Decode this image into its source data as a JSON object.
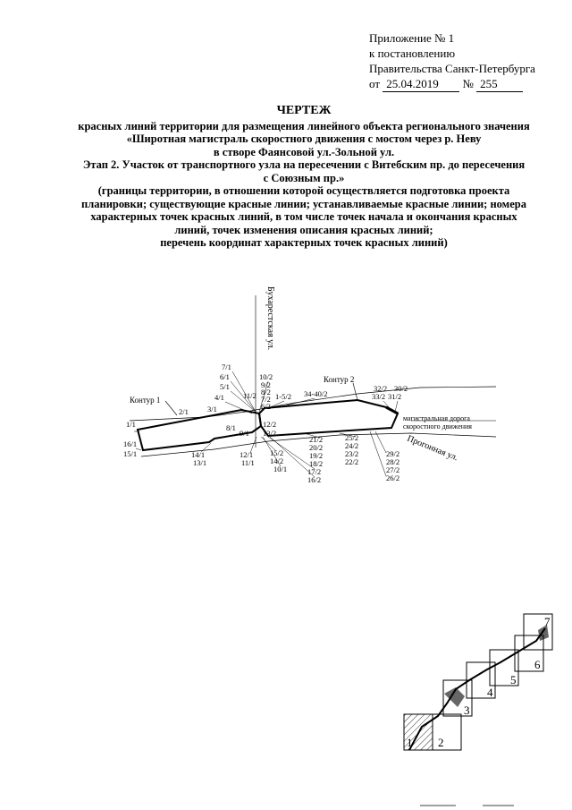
{
  "appendix": {
    "line1": "Приложение № 1",
    "line2": "к постановлению",
    "line3": "Правительства Санкт-Петербурга",
    "date_prefix": "от",
    "date": "25.04.2019",
    "number_prefix": "№",
    "number": "255"
  },
  "title": {
    "main": "ЧЕРТЕЖ",
    "line1": "красных линий территории для размещения линейного объекта регионального значения",
    "line2": "«Широтная магистраль скоростного движения с мостом через р. Неву",
    "line3": "в створе Фаянсовой ул.-Зольной ул.",
    "line4": "Этап 2. Участок от транспортного узла на пересечении с Витебским пр. до пересечения",
    "line5": "с Союзным пр.»",
    "line6": "(границы территории, в отношении которой осуществляется подготовка проекта",
    "line7": "планировки; существующие красные линии; устанавливаемые красные линии; номера",
    "line8": "характерных точек красных линий, в том числе точек начала и окончания красных",
    "line9": "линий, точек изменения описания красных линий;",
    "line10": "перечень координат характерных точек красных линий)"
  },
  "drawing": {
    "street_bukharestskaya": "Бухарестская ул.",
    "street_progonnaya": "Прогонная ул.",
    "road_label_line1": "магистральная дорога",
    "road_label_line2": "скоростного движения",
    "contour1": "Контур 1",
    "contour2": "Контур 2",
    "points_top": [
      "7/1",
      "6/1",
      "5/1",
      "4/1",
      "10/2",
      "9/2",
      "8/2",
      "7/2",
      "6/2",
      "11/2",
      "1-5/2",
      "34-40/2",
      "32/2",
      "33/2",
      "30/2",
      "31/2",
      "3/1",
      "2/1",
      "1/1",
      "16/1",
      "15/1",
      "8/1",
      "9/1",
      "12/2",
      "13/2"
    ],
    "points_bottom": [
      "14/1",
      "13/1",
      "12/1",
      "11/1",
      "15/2",
      "14/2",
      "10/1",
      "17/2",
      "16/2",
      "21/2",
      "20/2",
      "19/2",
      "18/2",
      "25/2",
      "24/2",
      "23/2",
      "22/2",
      "29/2",
      "28/2",
      "27/2",
      "26/2"
    ]
  },
  "sheet_map": {
    "sheets": [
      "1",
      "2",
      "3",
      "4",
      "5",
      "6",
      "7"
    ]
  }
}
